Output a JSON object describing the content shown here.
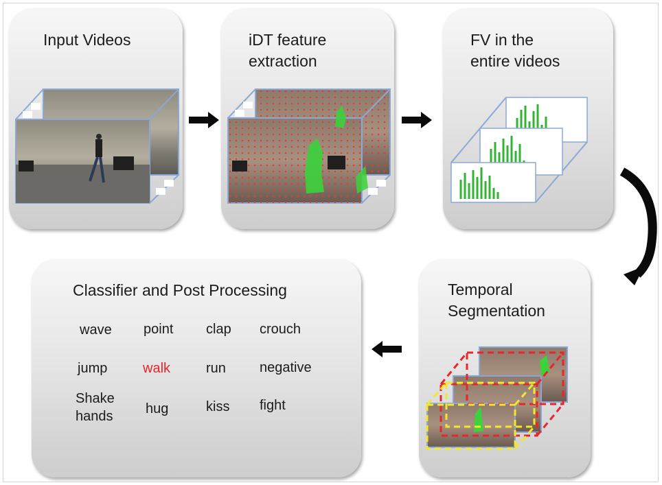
{
  "steps": [
    {
      "title": "Input Videos"
    },
    {
      "title": "iDT feature\nextraction"
    },
    {
      "title": "FV in the\nentire videos"
    },
    {
      "title": "Temporal\nSegmentation"
    },
    {
      "title": "Classifier and Post Processing"
    }
  ],
  "classes": [
    {
      "label": "wave",
      "highlight": false
    },
    {
      "label": "point",
      "highlight": false
    },
    {
      "label": "clap",
      "highlight": false
    },
    {
      "label": "crouch",
      "highlight": false
    },
    {
      "label": "jump",
      "highlight": false
    },
    {
      "label": "walk",
      "highlight": true
    },
    {
      "label": "run",
      "highlight": false
    },
    {
      "label": "negative",
      "highlight": false
    },
    {
      "label": "Shake\nhands",
      "highlight": false
    },
    {
      "label": "hug",
      "highlight": false
    },
    {
      "label": "kiss",
      "highlight": false
    },
    {
      "label": "fight",
      "highlight": false
    }
  ],
  "colors": {
    "highlight": "#e8252b",
    "label": "#1b1b1b",
    "cube_edge": "#8aa8d6",
    "histogram": "#2fb52f",
    "segment_red": "#e8252b",
    "segment_yellow": "#f1e82a"
  }
}
